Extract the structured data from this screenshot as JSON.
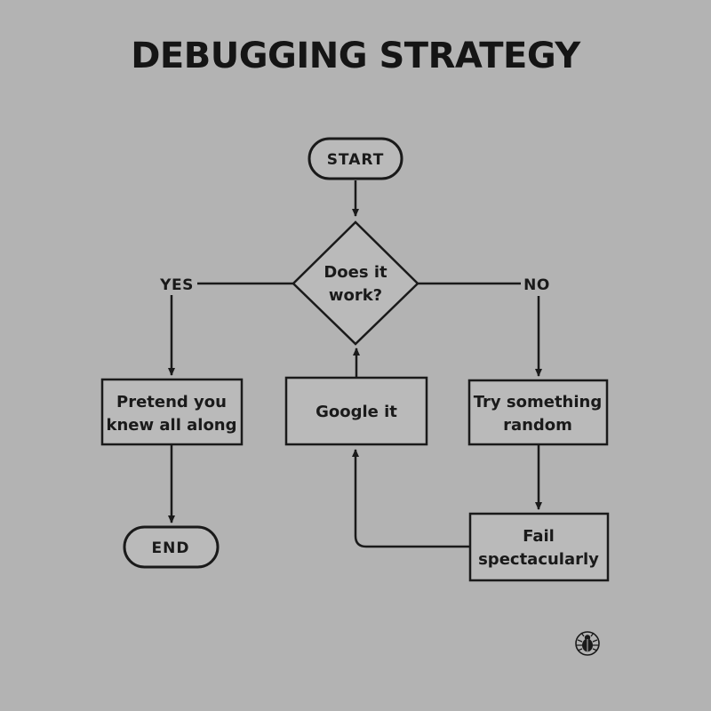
{
  "canvas": {
    "background_color": "#b3b3b3",
    "ink_color": "#1a1a1a",
    "shape_fill_color": "#bababa"
  },
  "title": "DEBUGGING STRATEGY",
  "flowchart": {
    "start": {
      "label": "START"
    },
    "decision": {
      "line1": "Does it",
      "line2": "work?"
    },
    "yes_label": "YES",
    "no_label": "NO",
    "pretend": {
      "line1": "Pretend you",
      "line2": "knew all along"
    },
    "google": {
      "label": "Google it"
    },
    "random": {
      "line1": "Try something",
      "line2": "random"
    },
    "fail": {
      "line1": "Fail",
      "line2": "spectacularly"
    },
    "end": {
      "label": "END"
    }
  },
  "footer": {
    "icon": "bug-logo-icon"
  }
}
